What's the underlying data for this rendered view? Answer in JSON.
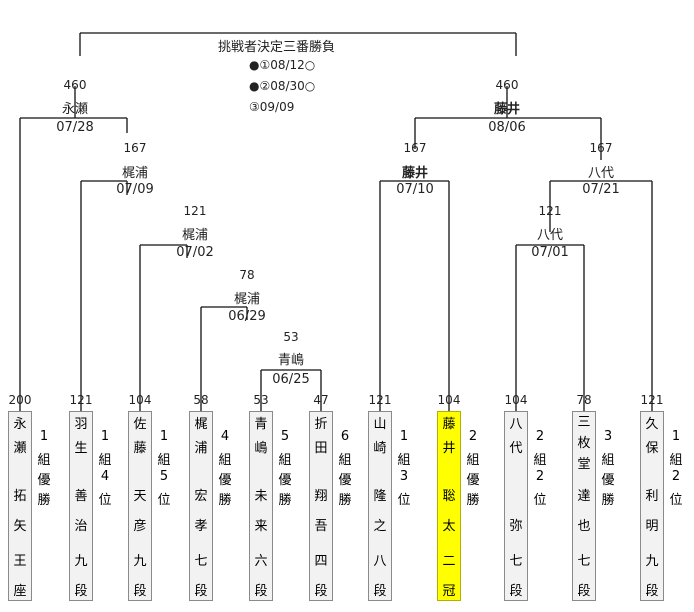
{
  "final": {
    "title": "挑戦者決定三番勝負",
    "games": [
      "●①08/12○",
      "●②08/30○",
      "③09/09"
    ]
  },
  "players": [
    {
      "seed": "200",
      "family": "永瀬",
      "given": "拓矢",
      "rank": "王座",
      "group": "1組優勝",
      "highlight": false
    },
    {
      "seed": "121",
      "family": "羽生",
      "given": "善治",
      "rank": "九段",
      "group": "1組4位",
      "highlight": false
    },
    {
      "seed": "104",
      "family": "佐藤",
      "given": "天彦",
      "rank": "九段",
      "group": "1組5位",
      "highlight": false
    },
    {
      "seed": "58",
      "family": "梶浦",
      "given": "宏孝",
      "rank": "七段",
      "group": "4組優勝",
      "highlight": false
    },
    {
      "seed": "53",
      "family": "青嶋",
      "given": "未来",
      "rank": "六段",
      "group": "5組優勝",
      "highlight": false
    },
    {
      "seed": "47",
      "family": "折田",
      "given": "翔吾",
      "rank": "四段",
      "group": "6組優勝",
      "highlight": false
    },
    {
      "seed": "121",
      "family": "山崎",
      "given": "隆之",
      "rank": "八段",
      "group": "1組3位",
      "highlight": false
    },
    {
      "seed": "104",
      "family": "藤井",
      "given": "聡太",
      "rank": "二冠",
      "group": "2組優勝",
      "highlight": true
    },
    {
      "seed": "104",
      "family": "八代",
      "given": "弥",
      "rank": "七段",
      "group": "2組2位",
      "highlight": false
    },
    {
      "seed": "78",
      "family": "三枚堂",
      "given": "達也",
      "rank": "七段",
      "group": "3組優勝",
      "highlight": false
    },
    {
      "seed": "121",
      "family": "久保",
      "given": "利明",
      "rank": "九段",
      "group": "1組2位",
      "highlight": false
    }
  ],
  "matches": {
    "m_aoshima": {
      "seed": "53",
      "winner": "青嶋",
      "date": "06/25",
      "bold": false
    },
    "m_kajiura1": {
      "seed": "78",
      "winner": "梶浦",
      "date": "06/29",
      "bold": false
    },
    "m_kajiura2": {
      "seed": "121",
      "winner": "梶浦",
      "date": "07/02",
      "bold": false
    },
    "m_kajiura3": {
      "seed": "167",
      "winner": "梶浦",
      "date": "07/09",
      "bold": false
    },
    "m_nagase": {
      "seed": "460",
      "winner": "永瀬",
      "date": "07/28",
      "bold": false
    },
    "m_fujii1": {
      "seed": "167",
      "winner": "藤井",
      "date": "07/10",
      "bold": true
    },
    "m_yashiro1": {
      "seed": "121",
      "winner": "八代",
      "date": "07/01",
      "bold": false
    },
    "m_yashiro2": {
      "seed": "167",
      "winner": "八代",
      "date": "07/21",
      "bold": false
    },
    "m_fujii2": {
      "seed": "460",
      "winner": "藤井",
      "date": "08/06",
      "bold": true
    }
  }
}
